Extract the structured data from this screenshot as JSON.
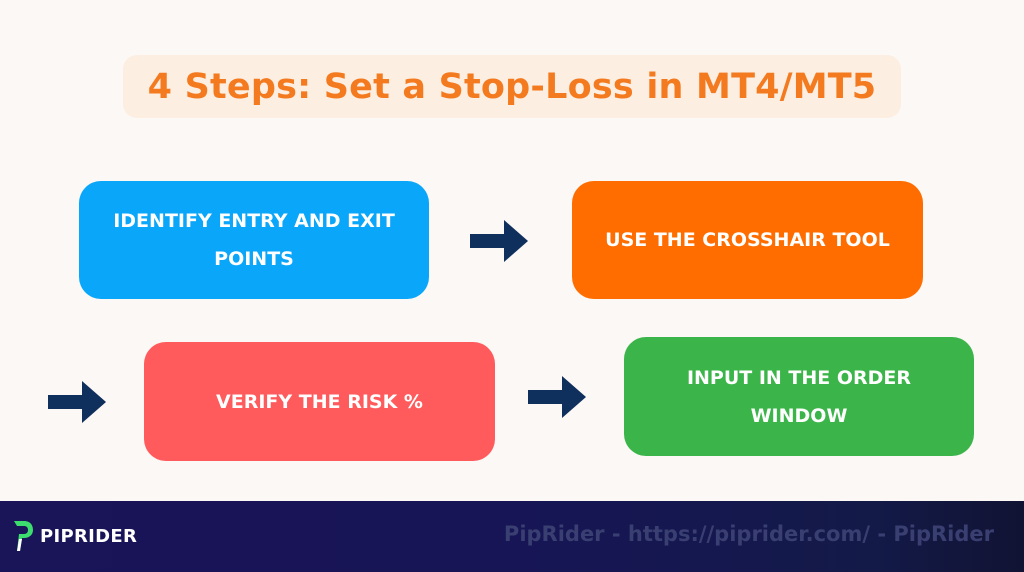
{
  "header": {
    "title": "4 Steps: Set a Stop-Loss in MT4/MT5"
  },
  "steps": [
    {
      "label": "IDENTIFY ENTRY AND EXIT POINTS",
      "color": "#09a6fa"
    },
    {
      "label": "USE THE CROSSHAIR TOOL",
      "color": "#ff6d00"
    },
    {
      "label": "VERIFY THE RISK %",
      "color": "#ff5a5c"
    },
    {
      "label": "INPUT IN THE ORDER WINDOW",
      "color": "#3bb54a"
    }
  ],
  "arrows": [
    {
      "icon": "arrow-right-icon",
      "color": "#0f2f5c"
    },
    {
      "icon": "arrow-right-icon",
      "color": "#0f2f5c"
    },
    {
      "icon": "arrow-right-icon",
      "color": "#0f2f5c"
    }
  ],
  "footer": {
    "logo_text": "PIPRIDER",
    "logo_icon": "piprider-logo-icon",
    "watermark": "PipRider - https://piprider.com/ - PipRider"
  },
  "colors": {
    "background": "#fcf8f5",
    "title_bg": "#fdeee2",
    "title_text": "#f47a1f",
    "footer_bg": "#1a1458",
    "logo_green": "#3ddc6e"
  }
}
